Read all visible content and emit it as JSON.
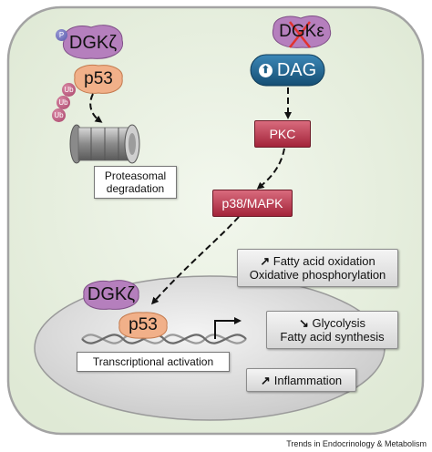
{
  "cytoplasm": {
    "dgk_zeta": "DGKζ",
    "phospho_mark": "P",
    "p53": "p53",
    "ub_tags": [
      "Ub",
      "Ub",
      "Ub"
    ],
    "proteasome_label": "Proteasomal degradation"
  },
  "pathway": {
    "dgk_epsilon": "DGKε",
    "dag": "DAG",
    "pkc": "PKC",
    "p38": "p38/MAPK"
  },
  "nucleus": {
    "dgk_zeta": "DGKζ",
    "p53": "p53",
    "transcription_label": "Transcriptional activation"
  },
  "effects": [
    {
      "arrow": "↗",
      "lines": [
        "Fatty acid oxidation",
        "Oxidative phosphorylation"
      ]
    },
    {
      "arrow": "↘",
      "lines": [
        "Glycolysis",
        "Fatty acid synthesis"
      ]
    },
    {
      "arrow": "↗",
      "lines": [
        "Inflammation"
      ]
    }
  ],
  "footer": "Trends in Endocrinology & Metabolism",
  "colors": {
    "cell_fill": "#eaf1e2",
    "cell_border": "#a3a3a3",
    "dgk": "#b57fbd",
    "p53": "#f1b089",
    "dag": "#1c5e86",
    "pkc": "#b8354b"
  }
}
